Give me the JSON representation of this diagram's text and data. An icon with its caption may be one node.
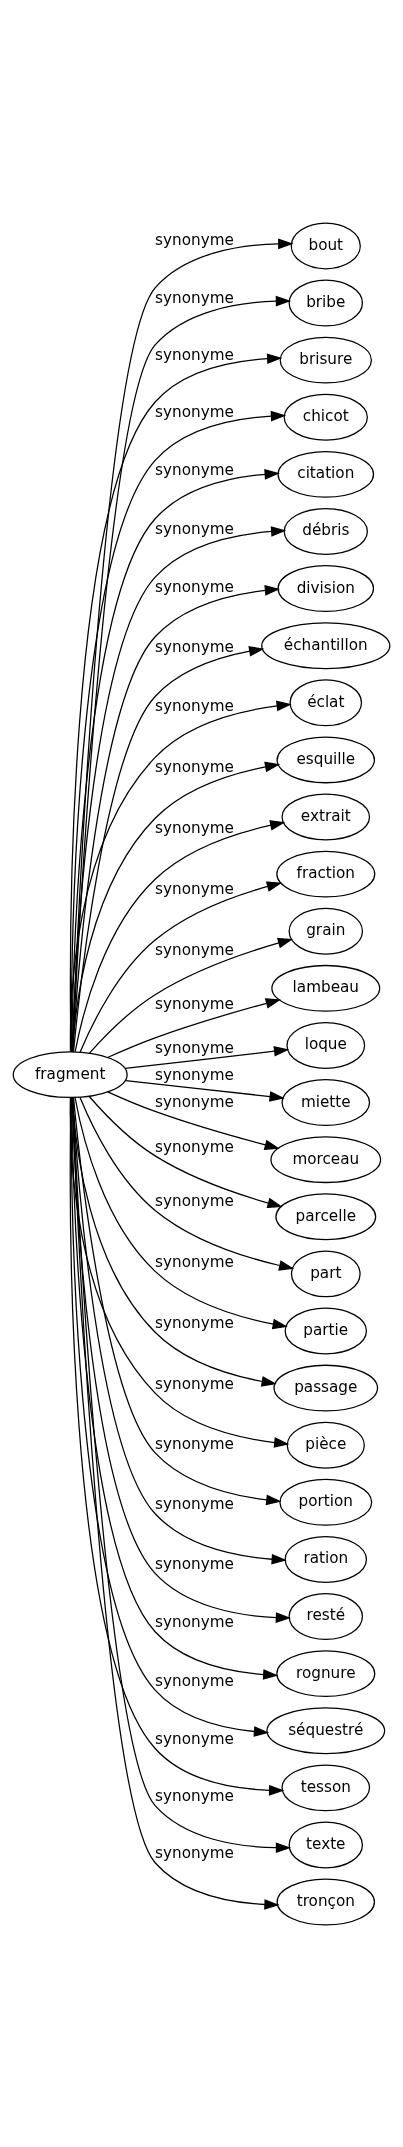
{
  "diagram": {
    "nodes": [
      {
        "text": [
          "fragment"
        ]
      },
      {
        "text": [
          "bout"
        ]
      },
      {
        "text": [
          "bribe"
        ]
      },
      {
        "text": [
          "brisure"
        ]
      },
      {
        "text": [
          "chicot"
        ]
      },
      {
        "text": [
          "citation"
        ]
      },
      {
        "text": [
          "débris"
        ]
      },
      {
        "text": [
          "division"
        ]
      },
      {
        "text": [
          "échantillon"
        ]
      },
      {
        "text": [
          "éclat"
        ]
      },
      {
        "text": [
          "esquille"
        ]
      },
      {
        "text": [
          "extrait"
        ]
      },
      {
        "text": [
          "fraction"
        ]
      },
      {
        "text": [
          "grain"
        ]
      },
      {
        "text": [
          "lambeau"
        ]
      },
      {
        "text": [
          "loque"
        ]
      },
      {
        "text": [
          "miette"
        ]
      },
      {
        "text": [
          "morceau"
        ]
      },
      {
        "text": [
          "parcelle"
        ]
      },
      {
        "text": [
          "part"
        ]
      },
      {
        "text": [
          "partie"
        ]
      },
      {
        "text": [
          "passage"
        ]
      },
      {
        "text": [
          "pièce"
        ]
      },
      {
        "text": [
          "portion"
        ]
      },
      {
        "text": [
          "ration"
        ]
      },
      {
        "text": [
          "resté"
        ]
      },
      {
        "text": [
          "rognure"
        ]
      },
      {
        "text": [
          "séquestré"
        ]
      },
      {
        "text": [
          "tesson"
        ]
      },
      {
        "text": [
          "texte"
        ]
      },
      {
        "text": [
          "tronçon"
        ]
      }
    ],
    "edges": [
      {
        "from": 0,
        "to": 1,
        "arrow": "to",
        "label": "synonyme"
      },
      {
        "from": 0,
        "to": 2,
        "arrow": "to",
        "label": "synonyme"
      },
      {
        "from": 0,
        "to": 3,
        "arrow": "to",
        "label": "synonyme"
      },
      {
        "from": 0,
        "to": 4,
        "arrow": "to",
        "label": "synonyme"
      },
      {
        "from": 0,
        "to": 5,
        "arrow": "to",
        "label": "synonyme"
      },
      {
        "from": 0,
        "to": 6,
        "arrow": "to",
        "label": "synonyme"
      },
      {
        "from": 0,
        "to": 7,
        "arrow": "to",
        "label": "synonyme"
      },
      {
        "from": 0,
        "to": 8,
        "arrow": "to",
        "label": "synonyme"
      },
      {
        "from": 0,
        "to": 9,
        "arrow": "to",
        "label": "synonyme"
      },
      {
        "from": 0,
        "to": 10,
        "arrow": "to",
        "label": "synonyme"
      },
      {
        "from": 0,
        "to": 11,
        "arrow": "to",
        "label": "synonyme"
      },
      {
        "from": 0,
        "to": 12,
        "arrow": "to",
        "label": "synonyme"
      },
      {
        "from": 0,
        "to": 13,
        "arrow": "to",
        "label": "synonyme"
      },
      {
        "from": 0,
        "to": 14,
        "arrow": "to",
        "label": "synonyme"
      },
      {
        "from": 0,
        "to": 15,
        "arrow": "to",
        "label": "synonyme"
      },
      {
        "from": 0,
        "to": 16,
        "arrow": "to",
        "label": "synonyme"
      },
      {
        "from": 0,
        "to": 17,
        "arrow": "to",
        "label": "synonyme"
      },
      {
        "from": 0,
        "to": 18,
        "arrow": "to",
        "label": "synonyme"
      },
      {
        "from": 0,
        "to": 19,
        "arrow": "to",
        "label": "synonyme"
      },
      {
        "from": 0,
        "to": 20,
        "arrow": "to",
        "label": "synonyme"
      },
      {
        "from": 0,
        "to": 21,
        "arrow": "to",
        "label": "synonyme"
      },
      {
        "from": 0,
        "to": 22,
        "arrow": "to",
        "label": "synonyme"
      },
      {
        "from": 0,
        "to": 23,
        "arrow": "to",
        "label": "synonyme"
      },
      {
        "from": 0,
        "to": 24,
        "arrow": "to",
        "label": "synonyme"
      },
      {
        "from": 0,
        "to": 25,
        "arrow": "to",
        "label": "synonyme"
      },
      {
        "from": 0,
        "to": 26,
        "arrow": "to",
        "label": "synonyme"
      },
      {
        "from": 0,
        "to": 27,
        "arrow": "to",
        "label": "synonyme"
      },
      {
        "from": 0,
        "to": 28,
        "arrow": "to",
        "label": "synonyme"
      },
      {
        "from": 0,
        "to": 29,
        "arrow": "to",
        "label": "synonyme"
      },
      {
        "from": 0,
        "to": 30,
        "arrow": "to",
        "label": "synonyme"
      }
    ]
  }
}
